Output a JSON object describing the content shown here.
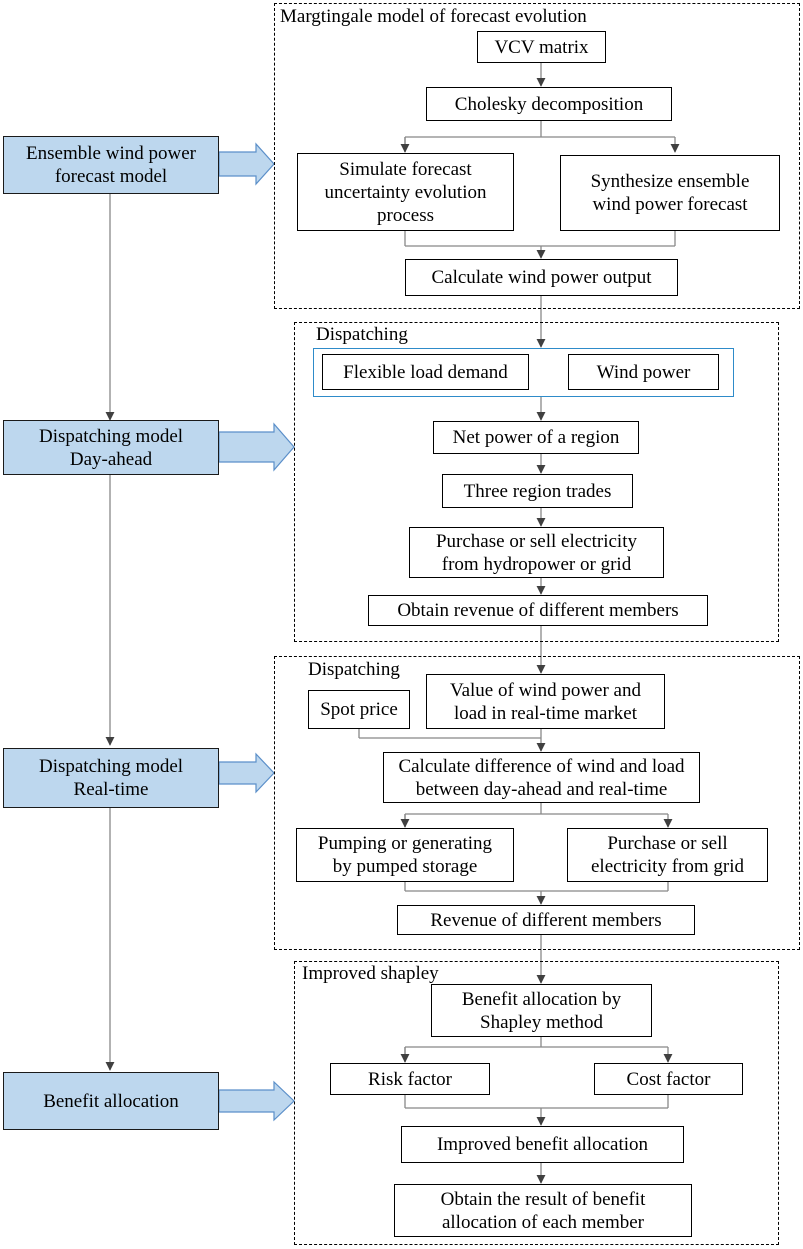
{
  "colors": {
    "side_fill": "#bdd7ee",
    "side_border": "#1a1a1a",
    "arrow_fill": "#bdd7ee",
    "arrow_stroke": "#5b8fc9",
    "group_border": "#2e8bc9",
    "connector": "#888888"
  },
  "side": {
    "forecast": "Ensemble wind power\nforecast model",
    "day_ahead": "Dispatching model\nDay-ahead",
    "real_time": "Dispatching model\nReal-time",
    "benefit": "Benefit allocation"
  },
  "forecast_frame": {
    "title": "Margtingale model of forecast evolution",
    "vcv": "VCV matrix",
    "cholesky": "Cholesky decomposition",
    "simulate": "Simulate forecast\nuncertainty evolution\nprocess",
    "synthesize": "Synthesize ensemble\nwind power forecast",
    "calc_output": "Calculate wind power output"
  },
  "day_ahead_frame": {
    "title": "Dispatching",
    "flexible": "Flexible load demand",
    "wind": "Wind power",
    "net_power": "Net power of a region",
    "trades": "Three region trades",
    "purchase": "Purchase or sell electricity\nfrom hydropower or grid",
    "revenue": "Obtain revenue of different members"
  },
  "real_time_frame": {
    "title": "Dispatching",
    "spot": "Spot price",
    "value": "Value of wind power and\nload in real-time market",
    "difference": "Calculate difference of wind and load\nbetween day-ahead and real-time",
    "pumping": "Pumping or generating\nby pumped storage",
    "purchase_grid": "Purchase or sell\nelectricity from grid",
    "revenue": "Revenue of different members"
  },
  "shapley_frame": {
    "title": "Improved shapley",
    "shapley": "Benefit allocation by\nShapley method",
    "risk": "Risk factor",
    "cost": "Cost factor",
    "improved": "Improved benefit allocation",
    "result": "Obtain the result of benefit\nallocation of each member"
  }
}
